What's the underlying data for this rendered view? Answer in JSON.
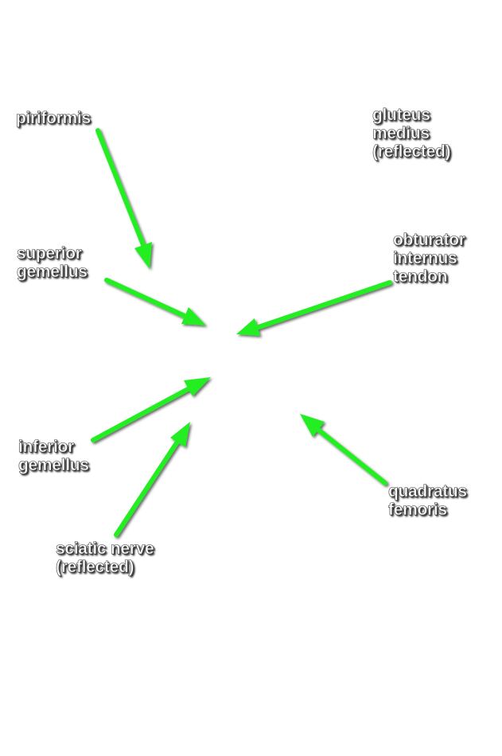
{
  "labels": {
    "piriformis": [
      "piriformis"
    ],
    "gluteus_medius": [
      "gluteus",
      "medius",
      "(reflected)"
    ],
    "superior_gemellus": [
      "superior",
      "gemellus"
    ],
    "obturator_internus": [
      "obturator",
      "internus",
      "tendon"
    ],
    "inferior_gemellus": [
      "inferior",
      "gemellus"
    ],
    "quadratus_femoris": [
      "quadratus",
      "femoris"
    ],
    "sciatic_nerve": [
      "sciatic nerve",
      "(reflected)"
    ]
  },
  "colors": {
    "arrow": "#22ee22",
    "label_text": "#ffffff",
    "label_shadow": "#000000"
  }
}
